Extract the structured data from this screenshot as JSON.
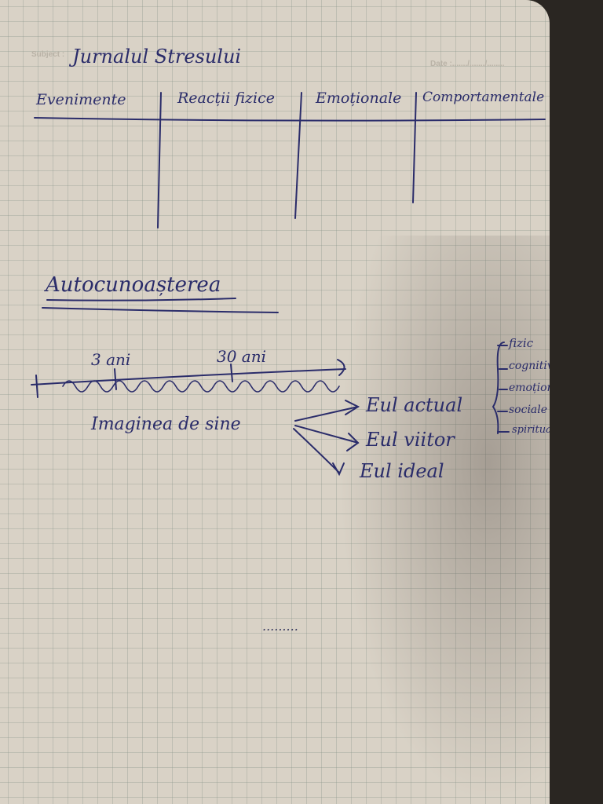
{
  "header": {
    "subject_label": "Subject :",
    "subject_value": "Jurnalul Stresului",
    "date_label": "Date :......./......./........"
  },
  "table": {
    "columns": [
      "Evenimente",
      "Reacții fizice",
      "Emoționale",
      "Comportamentale"
    ]
  },
  "section": {
    "title": "Autocunoașterea"
  },
  "timeline": {
    "labels": [
      "3 ani",
      "30 ani"
    ]
  },
  "diagram": {
    "source": "Imaginea de sine",
    "targets": [
      "Eul actual",
      "Eul viitor",
      "Eul ideal"
    ],
    "branches": [
      "fizic",
      "cognitiv",
      "emoționale",
      "sociale",
      "spirituale"
    ]
  },
  "footer": {
    "dashes": "........."
  },
  "colors": {
    "ink": "#2a2c6a",
    "paper": "#d9d2c6",
    "grid": "#8c968c"
  }
}
